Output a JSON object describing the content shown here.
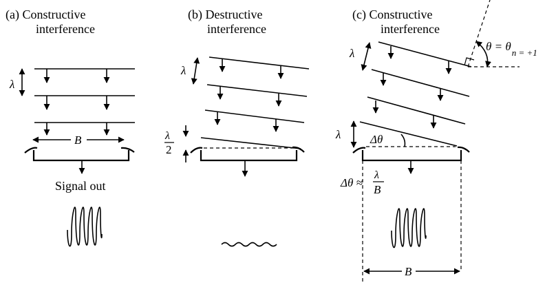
{
  "panels": [
    {
      "tag": "(a)",
      "line1": "Constructive",
      "line2": "interference"
    },
    {
      "tag": "(b)",
      "line1": "Destructive",
      "line2": "interference"
    },
    {
      "tag": "(c)",
      "line1": "Constructive",
      "line2": "interference"
    }
  ],
  "symbols": {
    "lambda": "λ",
    "B": "B",
    "delta_theta": "Δθ",
    "half_num": "λ",
    "half_den": "2",
    "approx_lhs": "Δθ ≈",
    "approx_num": "λ",
    "approx_den": "B",
    "theta_eq": "θ = θ",
    "theta_sub": "n = +1"
  },
  "labels": {
    "signal_out": "Signal out"
  }
}
